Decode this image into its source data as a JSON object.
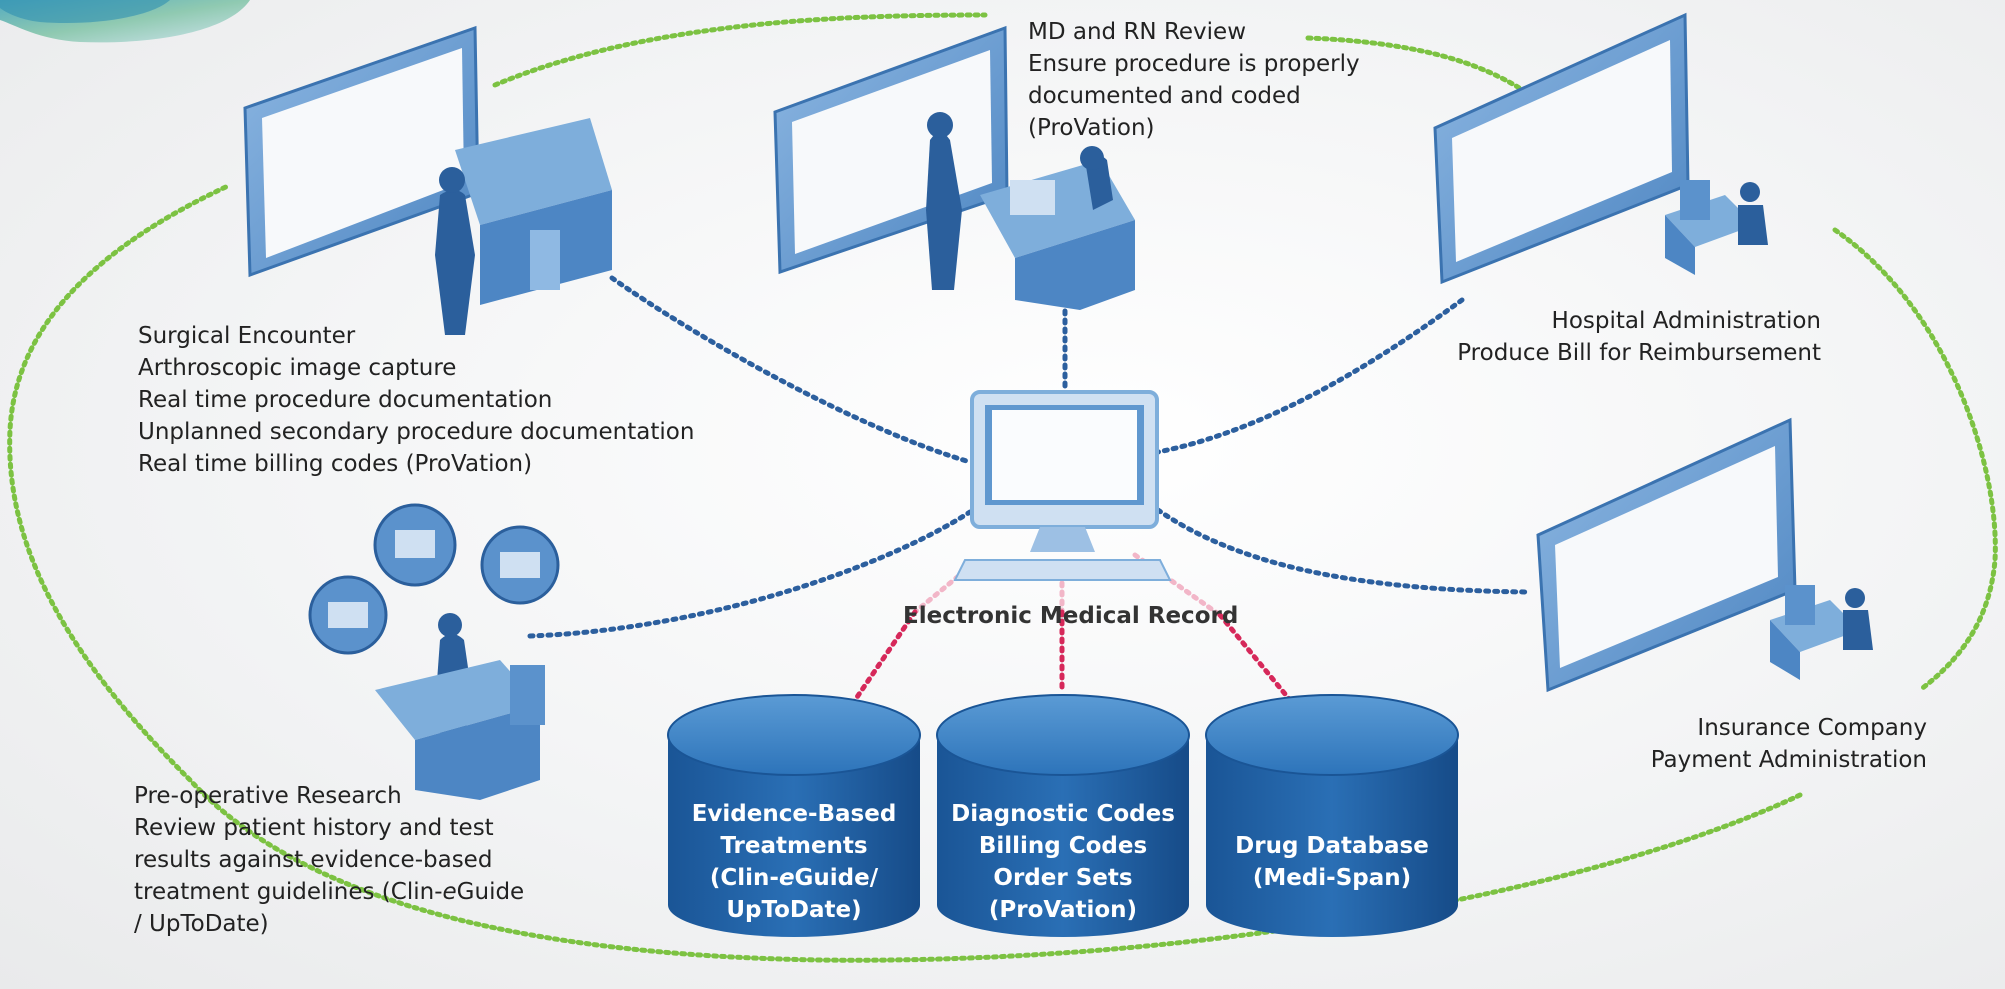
{
  "surgical": {
    "title": "Surgical Encounter",
    "lines": [
      "Arthroscopic image capture",
      "Real time procedure documentation",
      "Unplanned secondary procedure documentation",
      "Real time billing codes (ProVation)"
    ]
  },
  "review": {
    "title": "MD and RN Review",
    "lines": [
      "Ensure procedure is properly",
      "documented and coded",
      "(ProVation)"
    ]
  },
  "hospital": {
    "title": "Hospital Administration",
    "lines": [
      "Produce Bill for Reimbursement"
    ]
  },
  "insurance": {
    "title": "Insurance Company",
    "lines": [
      "Payment Administration"
    ]
  },
  "preop": {
    "title": "Pre-operative Research",
    "lines": [
      "Review patient history and test",
      "results against evidence-based"
    ],
    "line3_prefix": "treatment guidelines (Clin-",
    "line3_italic": "e",
    "line3_suffix": "Guide",
    "line4": "/ UpToDate)"
  },
  "emr": {
    "title": "Electronic Medical Record"
  },
  "databases": [
    {
      "lines": [
        "Evidence-Based",
        "Treatments"
      ],
      "italic_prefix": "(Clin-",
      "italic_char": "e",
      "italic_suffix": "Guide/",
      "last": "UpToDate)"
    },
    {
      "lines": [
        "Diagnostic Codes",
        "Billing Codes",
        "Order Sets",
        "(ProVation)"
      ]
    },
    {
      "lines": [
        "Drug Database",
        "(Medi-Span)"
      ]
    }
  ],
  "colors": {
    "green_dots": "#7cc242",
    "blue_dots": "#2c5f9e",
    "red_dots": "#d6285a",
    "pink_dots": "#f2b6c8",
    "db_blue": "#1e63a8",
    "db_top": "#3f86c9",
    "screen_blue": "#5f97cf"
  },
  "icons": [
    "computer-monitor-icon",
    "workstation-icon",
    "person-silhouette-icon",
    "database-cylinder-icon",
    "keyboard-icon"
  ]
}
